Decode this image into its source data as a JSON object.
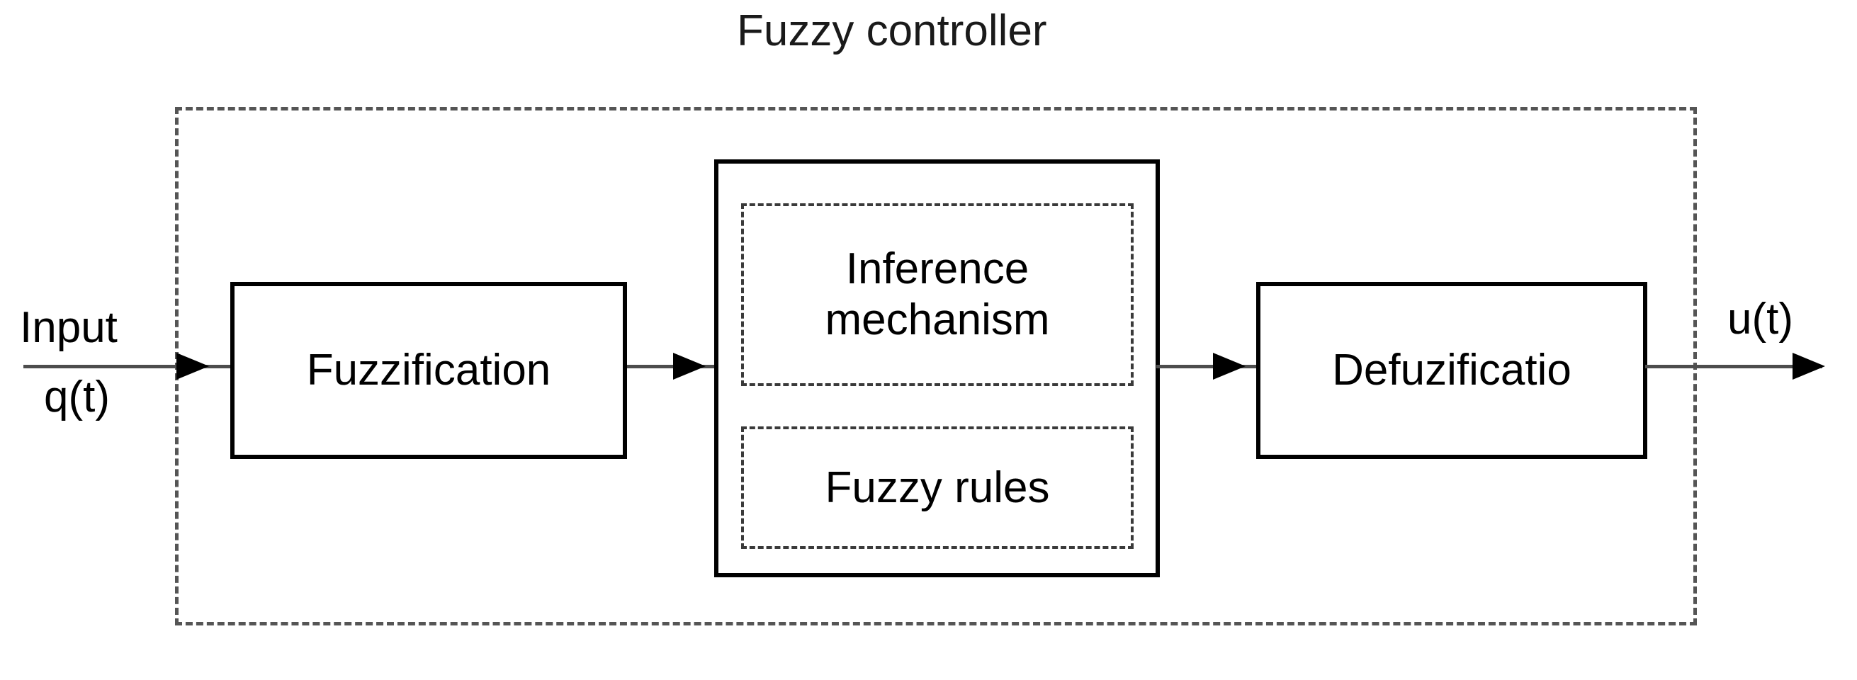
{
  "diagram": {
    "title": "Fuzzy controller",
    "type": "block-diagram",
    "blocks": [
      {
        "id": "fuzzification",
        "label": "Fuzzification",
        "style": "solid"
      },
      {
        "id": "inference",
        "label": "",
        "style": "solid"
      },
      {
        "id": "defuzzification",
        "label": "Defuzificatio",
        "style": "solid"
      }
    ],
    "subblocks": [
      {
        "id": "inference-mechanism",
        "label": "Inference\nmechanism",
        "style": "dashed"
      },
      {
        "id": "fuzzy-rules",
        "label": "Fuzzy rules",
        "style": "dashed"
      }
    ],
    "io": {
      "input_label": "Input",
      "input_signal": "q(t)",
      "output_signal": "u(t)"
    },
    "colors": {
      "background": "#ffffff",
      "block_border": "#000000",
      "dashed_border": "#555555",
      "inner_dashed_border": "#3a3a3a",
      "line": "#4d4d4d",
      "text": "#000000"
    }
  }
}
